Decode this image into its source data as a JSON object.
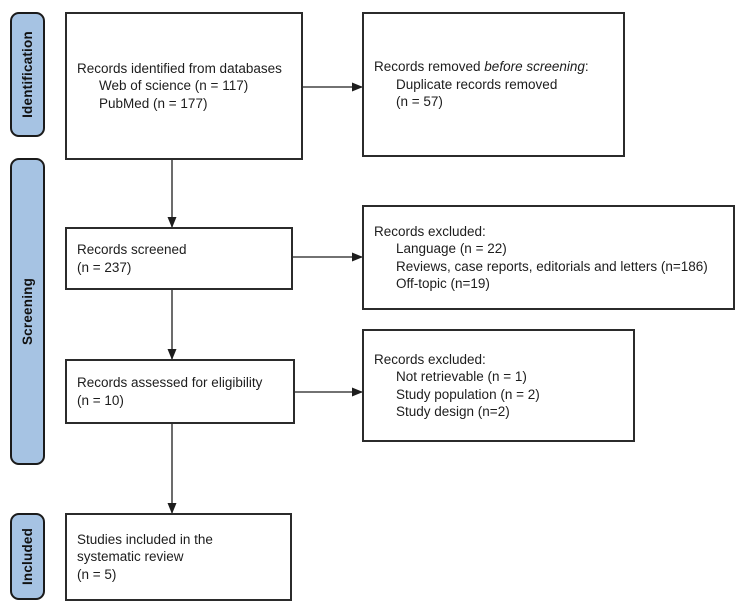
{
  "diagram": {
    "type": "prisma-flow",
    "colors": {
      "stage_fill": "#a6c3e3",
      "box_border": "#2b2b2b",
      "text": "#1d1d1d"
    },
    "stages": [
      {
        "label": "Identification"
      },
      {
        "label": "Screening"
      },
      {
        "label": "Included"
      }
    ],
    "boxes": {
      "identified": {
        "lines": [
          "Records identified from databases",
          "Web of science (n = 117)",
          "PubMed (n = 177)"
        ]
      },
      "removed": {
        "segments": {
          "prefix": "Records removed ",
          "italic": "before screening",
          "suffix": ":"
        },
        "lines": [
          "Duplicate records removed",
          "(n = 57)"
        ]
      },
      "screened": {
        "lines": [
          "Records screened",
          "(n = 237)"
        ]
      },
      "excluded_screening": {
        "lines": [
          "Records excluded:",
          "Language (n = 22)",
          "Reviews, case reports, editorials and letters (n=186)",
          "Off-topic (n=19)"
        ]
      },
      "assessed": {
        "lines": [
          "Records assessed for eligibility",
          "(n = 10)"
        ]
      },
      "excluded_eligibility": {
        "lines": [
          "Records excluded:",
          "Not retrievable (n = 1)",
          "Study population (n = 2)",
          "Study design (n=2)"
        ]
      },
      "included": {
        "lines": [
          "Studies included in the",
          "systematic review",
          "(n = 5)"
        ]
      }
    }
  }
}
